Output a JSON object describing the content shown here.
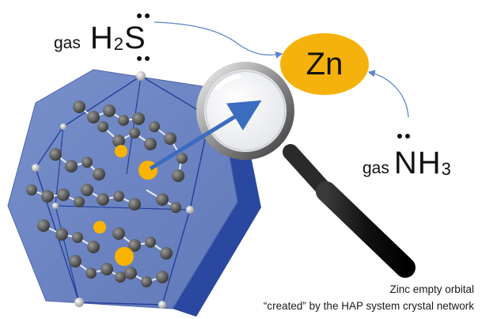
{
  "labels": {
    "h2s_prefix": "gas",
    "h2s_formula_main": "H",
    "h2s_formula_sub": "2",
    "h2s_formula_end": "S",
    "nh3_prefix": "gas",
    "nh3_formula_main": "NH",
    "nh3_formula_sub": "3",
    "zinc": "Zn"
  },
  "caption": {
    "line1": "Zinc empty orbital",
    "line2": "“created” by the HAP system crystal network"
  },
  "colors": {
    "zinc_ellipse": "#f6b20c",
    "crystal_face": "#6e86c4",
    "crystal_edge": "#2a48a0",
    "arrow": "#3a6cc0",
    "connector": "#5b86c8",
    "zinc_atom": "#f8b400",
    "atom_grey": "#555555"
  },
  "icons": [
    "magnifying-glass-icon"
  ]
}
